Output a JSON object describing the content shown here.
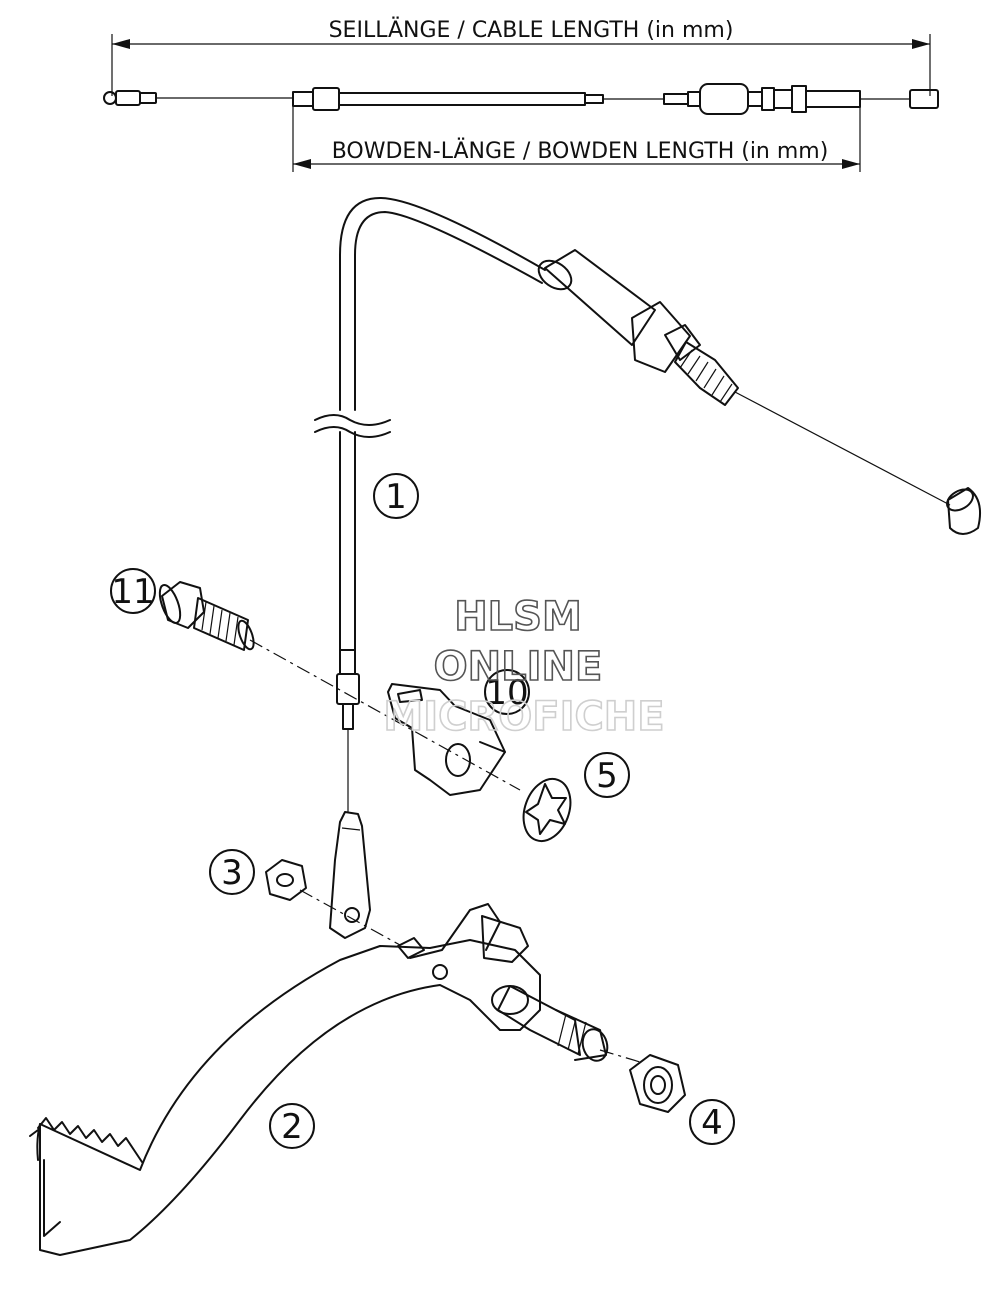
{
  "dimensions": {
    "cable_length_label": "SEILLÄNGE / CABLE LENGTH (in mm)",
    "bowden_length_label": "BOWDEN-LÄNGE / BOWDEN LENGTH (in mm)"
  },
  "callouts": [
    {
      "id": "1",
      "label": "1"
    },
    {
      "id": "2",
      "label": "2"
    },
    {
      "id": "3",
      "label": "3"
    },
    {
      "id": "4",
      "label": "4"
    },
    {
      "id": "5",
      "label": "5"
    },
    {
      "id": "10",
      "label": "10"
    },
    {
      "id": "11",
      "label": "11"
    }
  ],
  "watermark": {
    "line1": "HLSM",
    "line2": "ONLINE",
    "line3": "MICROFICHE"
  }
}
